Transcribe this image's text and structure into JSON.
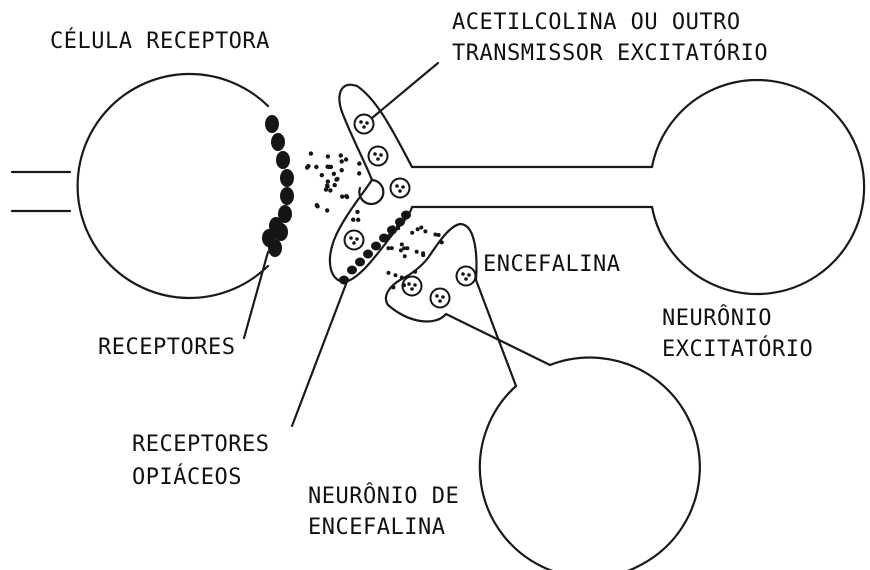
{
  "labels": {
    "receptor_cell": "CÉLULA RECEPTORA",
    "transmitter_line1": "ACETILCOLINA OU OUTRO",
    "transmitter_line2": "TRANSMISSOR EXCITATÓRIO",
    "enkephalin": "ENCEFALINA",
    "receptors": "RECEPTORES",
    "excitatory_neuron_line1": "NEURÔNIO",
    "excitatory_neuron_line2": "EXCITATÓRIO",
    "opiate_receptors_line1": "RECEPTORES",
    "opiate_receptors_line2": "OPIÁCEOS",
    "enkephalin_neuron_line1": "NEURÔNIO DE",
    "enkephalin_neuron_line2": "ENCEFALINA"
  },
  "colors": {
    "ink": "#151515",
    "background": "#ffffff"
  }
}
